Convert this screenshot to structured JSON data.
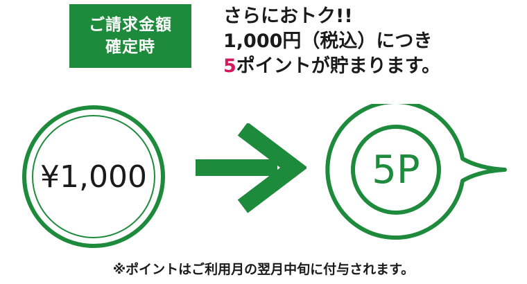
{
  "badge": {
    "line1": "ご請求金額",
    "line2": "確定時"
  },
  "headline": {
    "line1": "さらにおトク!!",
    "line2": "1,000円（税込）につき",
    "line3_points": "5",
    "line3_rest": "ポイントが貯まります。"
  },
  "amount": {
    "label": "¥1,000"
  },
  "points": {
    "label": "5P"
  },
  "footnote": "※ポイントはご利用月の翌月中旬に付与されます。",
  "colors": {
    "brand_green": "#1e8a3c",
    "accent_pink": "#d3185e"
  },
  "icons": {
    "arrow": "arrow-right-icon"
  }
}
